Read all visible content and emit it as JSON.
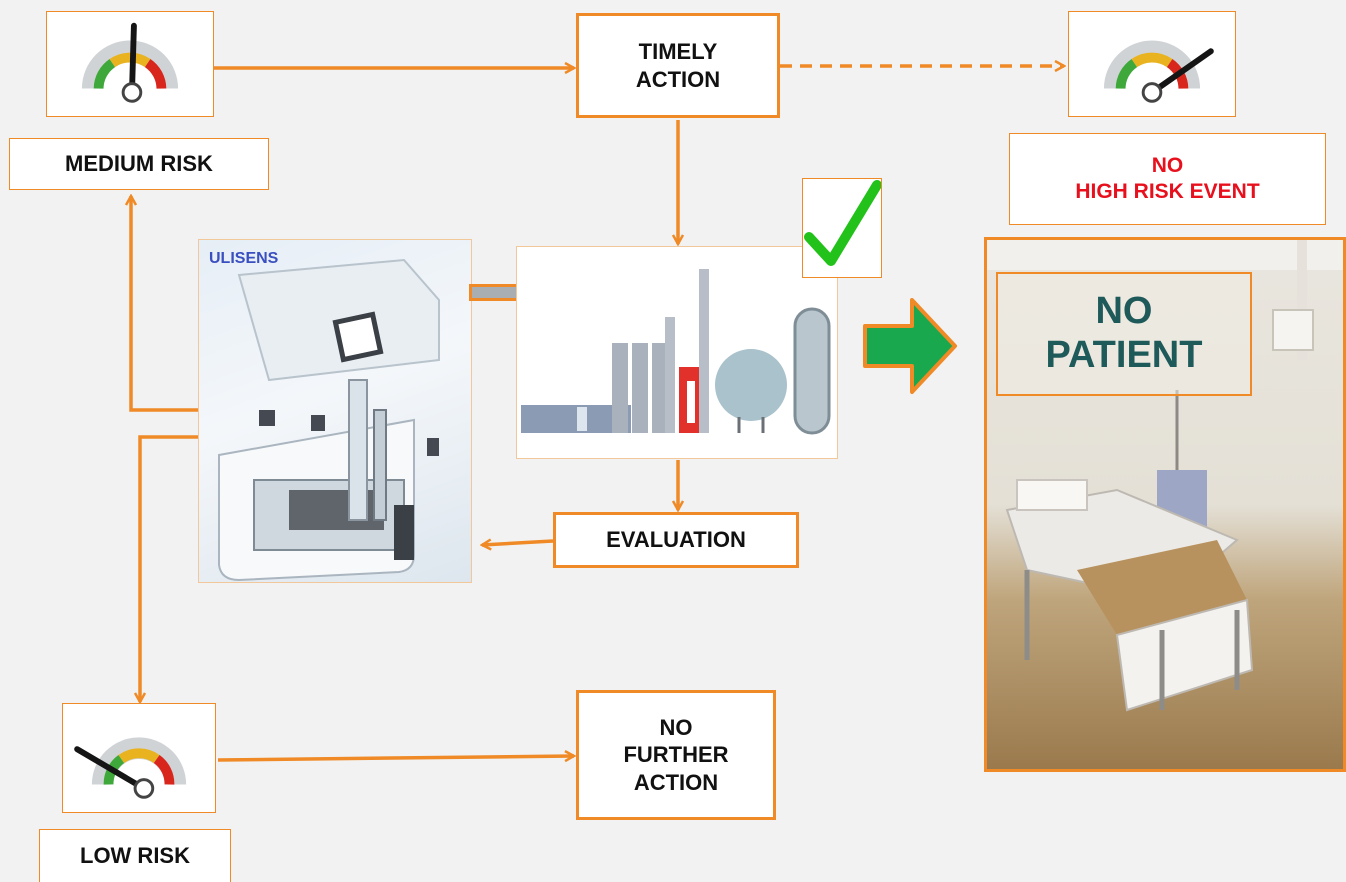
{
  "colors": {
    "flow_line": "#ef8a26",
    "warning_text": "#e8101d",
    "room_label_text": "#1f5a5a",
    "device_label_text": "#3a4fc0",
    "arrow_green": "#19a84e",
    "check_green": "#22c21a"
  },
  "gauges": {
    "medium": {
      "icon": "risk-gauge-icon",
      "level": "medium"
    },
    "high": {
      "icon": "risk-gauge-icon",
      "level": "high"
    },
    "low": {
      "icon": "risk-gauge-icon",
      "level": "low"
    }
  },
  "nodes": {
    "medium_risk": "MEDIUM RISK",
    "timely_action": "TIMELY\nACTION",
    "no_high_risk_event": "NO\nHIGH RISK EVENT",
    "device_name": "ULISENS",
    "evaluation": "EVALUATION",
    "no_further_action": "NO\nFURTHER\nACTION",
    "low_risk": "LOW RISK",
    "no_patient": "NO\nPATIENT"
  },
  "icons": {
    "check": "check-icon",
    "arrow": "right-arrow-icon",
    "plant": "industrial-plant-icon",
    "device": "sensor-device-image",
    "room": "hospital-room-image"
  }
}
